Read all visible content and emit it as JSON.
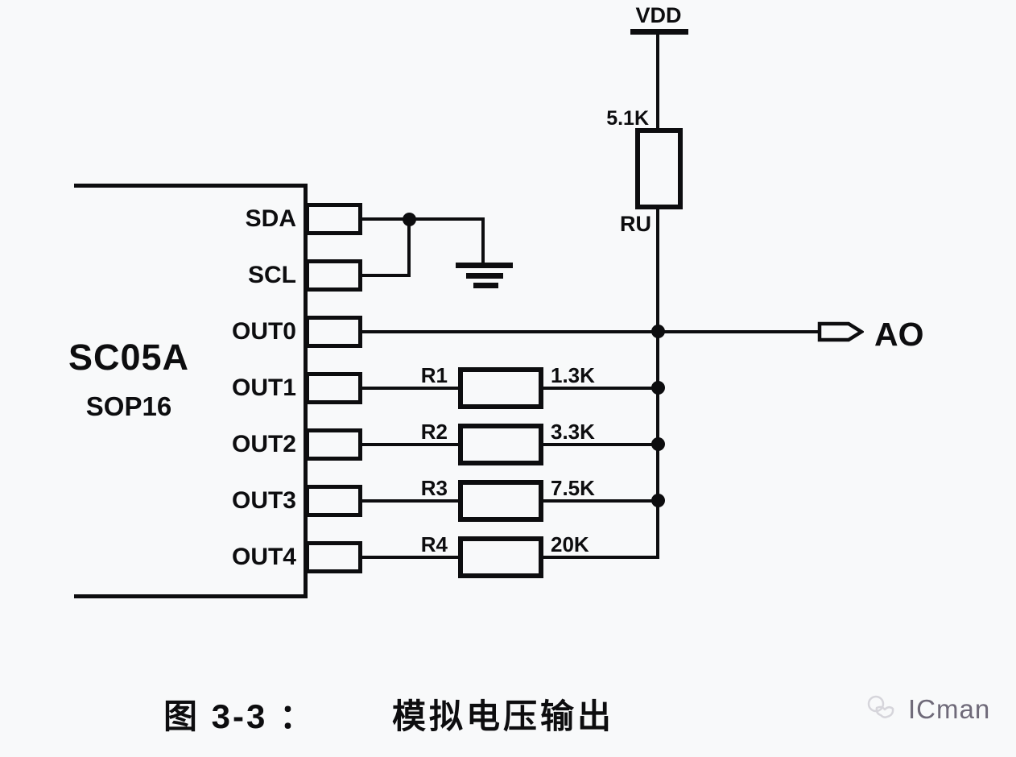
{
  "chip": {
    "name": "SC05A",
    "package": "SOP16",
    "pins": [
      "SDA",
      "SCL",
      "OUT0",
      "OUT1",
      "OUT2",
      "OUT3",
      "OUT4"
    ]
  },
  "power": {
    "net_label": "VDD",
    "pullup_ref": "RU",
    "pullup_value": "5.1K"
  },
  "output_port": {
    "label": "AO"
  },
  "ladder": [
    {
      "ref": "R1",
      "value": "1.3K"
    },
    {
      "ref": "R2",
      "value": "3.3K"
    },
    {
      "ref": "R3",
      "value": "7.5K"
    },
    {
      "ref": "R4",
      "value": "20K"
    }
  ],
  "caption": {
    "figure_label": "图 3-3 ：",
    "title": "模拟电压输出"
  },
  "watermark": {
    "brand": "ICman"
  },
  "colors": {
    "line": "#0d0d0f",
    "background": "#f8f9fa",
    "watermark_text": "#6f6a79"
  }
}
